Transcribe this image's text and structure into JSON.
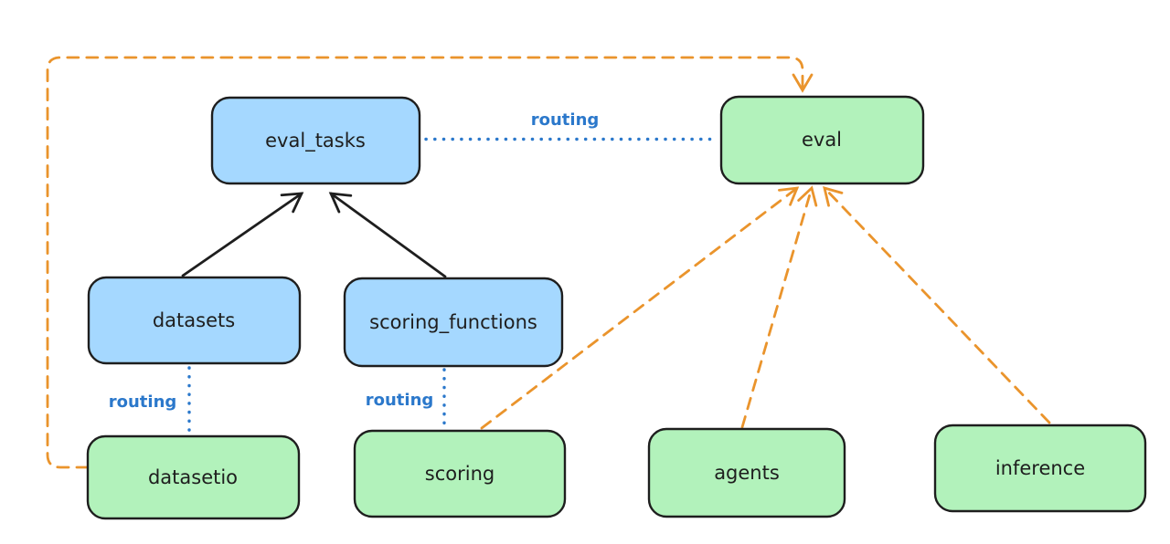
{
  "colors": {
    "background": "#ffffff",
    "blue_node_fill": "#a5d8ff",
    "green_node_fill": "#b2f2bb",
    "node_stroke": "#1e1e1e",
    "routing_blue": "#2b78cb",
    "provider_orange": "#ea942c"
  },
  "nodes": {
    "eval_tasks": {
      "label": "eval_tasks",
      "color": "blue"
    },
    "eval": {
      "label": "eval",
      "color": "green"
    },
    "datasets": {
      "label": "datasets",
      "color": "blue"
    },
    "scoring_functions": {
      "label": "scoring_functions",
      "color": "blue"
    },
    "datasetio": {
      "label": "datasetio",
      "color": "green"
    },
    "scoring": {
      "label": "scoring",
      "color": "green"
    },
    "agents": {
      "label": "agents",
      "color": "green"
    },
    "inference": {
      "label": "inference",
      "color": "green"
    }
  },
  "edges": [
    {
      "from": "datasets",
      "to": "eval_tasks",
      "style": "solid",
      "color": "black",
      "arrow": true
    },
    {
      "from": "scoring_functions",
      "to": "eval_tasks",
      "style": "solid",
      "color": "black",
      "arrow": true
    },
    {
      "from": "eval_tasks",
      "to": "eval",
      "style": "dotted",
      "color": "blue",
      "label": "routing",
      "arrow": false
    },
    {
      "from": "datasets",
      "to": "datasetio",
      "style": "dotted",
      "color": "blue",
      "label": "routing",
      "arrow": false
    },
    {
      "from": "scoring_functions",
      "to": "scoring",
      "style": "dotted",
      "color": "blue",
      "label": "routing",
      "arrow": false
    },
    {
      "from": "datasetio",
      "to": "eval",
      "style": "dashed",
      "color": "orange",
      "arrow": true
    },
    {
      "from": "scoring",
      "to": "eval",
      "style": "dashed",
      "color": "orange",
      "arrow": true
    },
    {
      "from": "agents",
      "to": "eval",
      "style": "dashed",
      "color": "orange",
      "arrow": true
    },
    {
      "from": "inference",
      "to": "eval",
      "style": "dashed",
      "color": "orange",
      "arrow": true
    }
  ]
}
